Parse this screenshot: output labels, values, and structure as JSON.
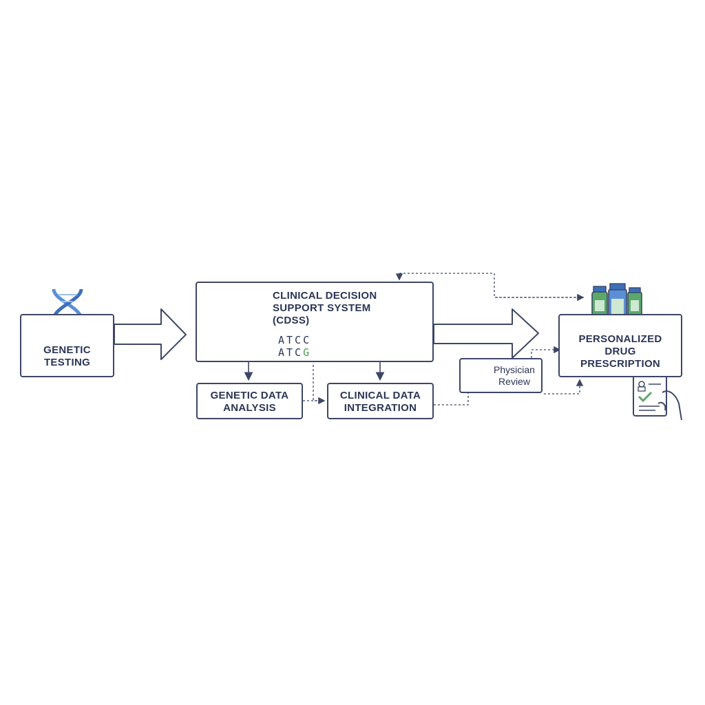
{
  "colors": {
    "line": "#3d4666",
    "blue": "#5a8fd8",
    "green": "#5aa96a",
    "light_green": "#cfe8d2"
  },
  "nodes": {
    "genetic_testing": {
      "lines": [
        "GENETIC",
        "TESTING"
      ]
    },
    "cdss": {
      "lines": [
        "CLINICAL DECISION",
        "SUPPORT SYSTEM",
        "(CDSS)"
      ]
    },
    "genetic_data_analysis": {
      "lines": [
        "GENETIC DATA",
        "ANALYSIS"
      ]
    },
    "clinical_data_integration": {
      "lines": [
        "CLINICAL DATA",
        "INTEGRATION"
      ]
    },
    "physician_review": {
      "lines": [
        "Physician",
        "Review"
      ]
    },
    "personalized_drug_prescription": {
      "lines": [
        "PERSONALIZED",
        "DRUG",
        "PRESCRIPTION"
      ]
    }
  },
  "sequences": {
    "row1": "ATCC",
    "row2": "ATCG"
  },
  "icons": [
    "dna-icon",
    "brain-chip-icon",
    "magnifier-icon",
    "monitor-icon",
    "bar-chart-icon",
    "flask-icon",
    "molecule-icon",
    "physician-icon",
    "medicine-bottles-icon",
    "clipboard-check-icon"
  ]
}
